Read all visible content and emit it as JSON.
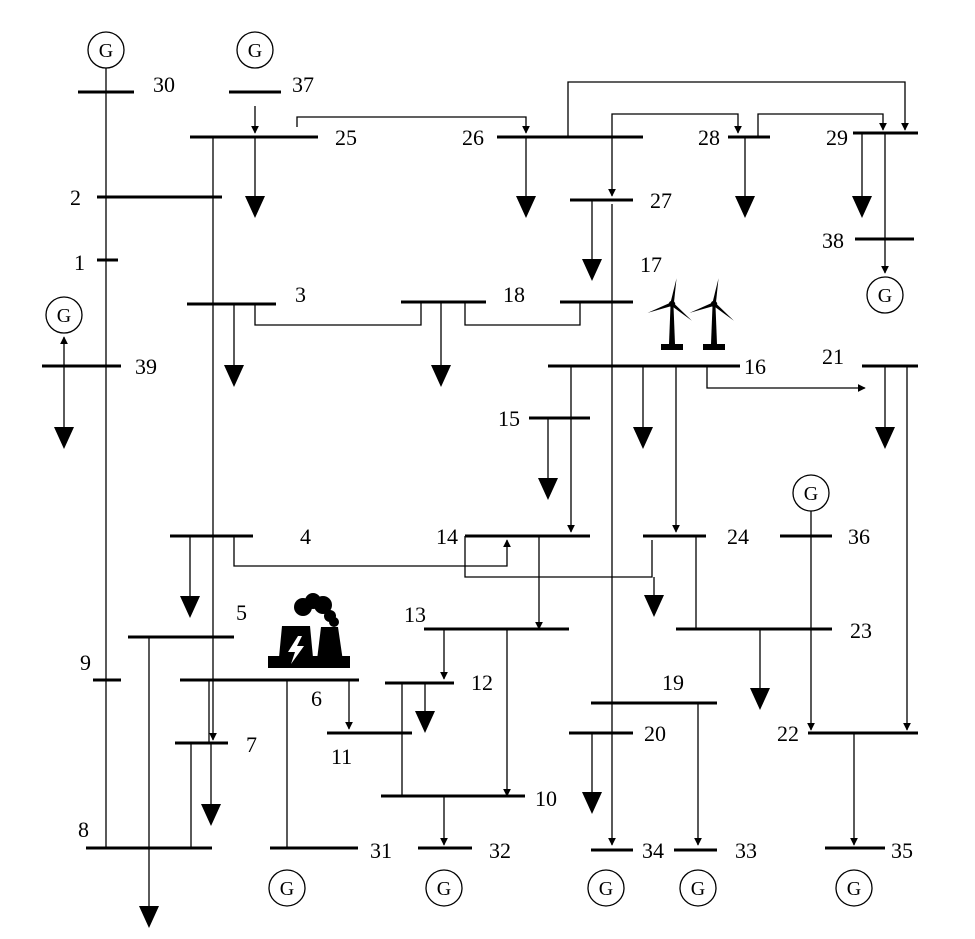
{
  "diagram": {
    "generator_symbol": "G",
    "bus_labels": [
      "1",
      "2",
      "3",
      "4",
      "5",
      "6",
      "7",
      "8",
      "9",
      "10",
      "11",
      "12",
      "13",
      "14",
      "15",
      "16",
      "17",
      "18",
      "19",
      "20",
      "21",
      "22",
      "23",
      "24",
      "25",
      "26",
      "27",
      "28",
      "29",
      "30",
      "31",
      "32",
      "33",
      "34",
      "35",
      "36",
      "37",
      "38",
      "39"
    ],
    "icons": [
      "generator-icon",
      "load-arrow-icon",
      "wind-turbine-icon",
      "power-plant-icon"
    ],
    "colors": {
      "line": "#000000",
      "background": "#ffffff"
    }
  }
}
